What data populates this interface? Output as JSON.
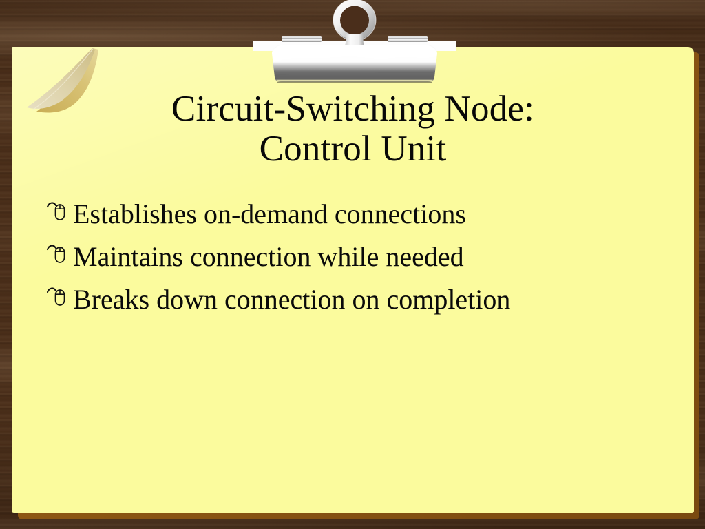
{
  "slide": {
    "title": "Circuit-Switching Node:\nControl Unit",
    "title_line_1": "Circuit-Switching Node:",
    "title_line_2": "Control Unit",
    "bullets": [
      {
        "text": "Establishes on-demand connections",
        "glyph": "mouse-icon"
      },
      {
        "text": "Maintains connection while needed",
        "glyph": "mouse-icon"
      },
      {
        "text": "Breaks down connection on completion",
        "glyph": "mouse-icon"
      }
    ]
  },
  "decor": {
    "clip": "binder-clip",
    "corner": "curled-page-corner",
    "background": "wood-desk-texture"
  },
  "colors": {
    "page": "#fbfb9d",
    "page_shadow": "#8a5512",
    "wood_dark": "#3f2614",
    "wood_light": "#5e3d24",
    "text": "#0a0a0a",
    "clip_metal_light": "#ffffff",
    "clip_metal_dark": "#5b5b5b",
    "curl_underside": "#ded4b2",
    "curl_shadow": "#c9b36a"
  }
}
